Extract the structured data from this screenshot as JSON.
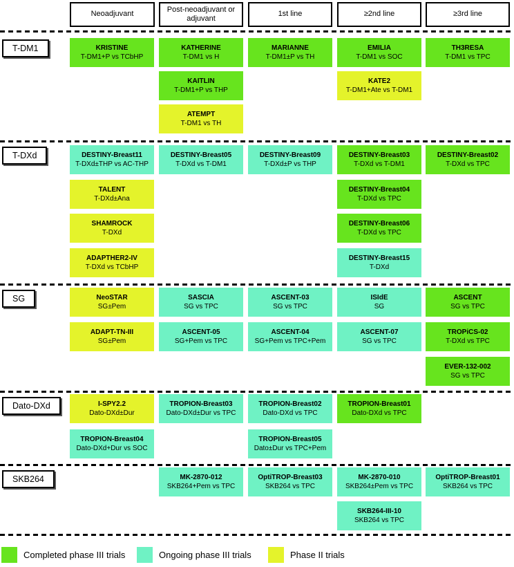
{
  "columns": [
    "Neoadjuvant",
    "Post-neoadjuvant or adjuvant",
    "1st line",
    "≥2nd line",
    "≥3rd line"
  ],
  "colors": {
    "completed": "#67e41e",
    "ongoing": "#6ff2c4",
    "phase2": "#e4f32b"
  },
  "legend": [
    {
      "label": "Completed phase III trials",
      "status": "completed"
    },
    {
      "label": "Ongoing phase III trials",
      "status": "ongoing"
    },
    {
      "label": "Phase II trials",
      "status": "phase2"
    }
  ],
  "sections": [
    {
      "label": "T-DM1",
      "trials": [
        {
          "name": "KRISTINE",
          "regimen": "T-DM1+P vs TCbHP",
          "col": 0,
          "row": 0,
          "status": "completed"
        },
        {
          "name": "KATHERINE",
          "regimen": "T-DM1 vs H",
          "col": 1,
          "row": 0,
          "status": "completed"
        },
        {
          "name": "MARIANNE",
          "regimen": "T-DM1±P vs TH",
          "col": 2,
          "row": 0,
          "status": "completed"
        },
        {
          "name": "EMILIA",
          "regimen": "T-DM1 vs SOC",
          "col": 3,
          "row": 0,
          "status": "completed"
        },
        {
          "name": "TH3RESA",
          "regimen": "T-DM1 vs TPC",
          "col": 4,
          "row": 0,
          "status": "completed"
        },
        {
          "name": "KAITLIN",
          "regimen": "T-DM1+P vs THP",
          "col": 1,
          "row": 1,
          "status": "completed"
        },
        {
          "name": "KATE2",
          "regimen": "T-DM1+Ate vs T-DM1",
          "col": 3,
          "row": 1,
          "status": "phase2"
        },
        {
          "name": "ATEMPT",
          "regimen": "T-DM1 vs TH",
          "col": 1,
          "row": 2,
          "status": "phase2"
        }
      ]
    },
    {
      "label": "T-DXd",
      "trials": [
        {
          "name": "DESTINY-Breast11",
          "regimen": "T-DXd±THP vs AC-THP",
          "col": 0,
          "row": 0,
          "status": "ongoing"
        },
        {
          "name": "DESTINY-Breast05",
          "regimen": "T-DXd vs T-DM1",
          "col": 1,
          "row": 0,
          "status": "ongoing"
        },
        {
          "name": "DESTINY-Breast09",
          "regimen": "T-DXd±P vs THP",
          "col": 2,
          "row": 0,
          "status": "ongoing"
        },
        {
          "name": "DESTINY-Breast03",
          "regimen": "T-DXd vs T-DM1",
          "col": 3,
          "row": 0,
          "status": "completed"
        },
        {
          "name": "DESTINY-Breast02",
          "regimen": "T-DXd vs TPC",
          "col": 4,
          "row": 0,
          "status": "completed"
        },
        {
          "name": "TALENT",
          "regimen": "T-DXd±Ana",
          "col": 0,
          "row": 1,
          "status": "phase2"
        },
        {
          "name": "DESTINY-Breast04",
          "regimen": "T-DXd vs TPC",
          "col": 3,
          "row": 1,
          "status": "completed"
        },
        {
          "name": "SHAMROCK",
          "regimen": "T-DXd",
          "col": 0,
          "row": 2,
          "status": "phase2"
        },
        {
          "name": "DESTINY-Breast06",
          "regimen": "T-DXd vs TPC",
          "col": 3,
          "row": 2,
          "status": "completed"
        },
        {
          "name": "ADAPTHER2-IV",
          "regimen": "T-DXd vs TCbHP",
          "col": 0,
          "row": 3,
          "status": "phase2"
        },
        {
          "name": "DESTINY-Breast15",
          "regimen": "T-DXd",
          "col": 3,
          "row": 3,
          "status": "ongoing"
        }
      ]
    },
    {
      "label": "SG",
      "trials": [
        {
          "name": "NeoSTAR",
          "regimen": "SG±Pem",
          "col": 0,
          "row": 0,
          "status": "phase2"
        },
        {
          "name": "SASCIA",
          "regimen": "SG vs TPC",
          "col": 1,
          "row": 0,
          "status": "ongoing"
        },
        {
          "name": "ASCENT-03",
          "regimen": "SG vs TPC",
          "col": 2,
          "row": 0,
          "status": "ongoing"
        },
        {
          "name": "ISIdE",
          "regimen": "SG",
          "col": 3,
          "row": 0,
          "status": "ongoing"
        },
        {
          "name": "ASCENT",
          "regimen": "SG vs TPC",
          "col": 4,
          "row": 0,
          "status": "completed"
        },
        {
          "name": "ADAPT-TN-III",
          "regimen": "SG±Pem",
          "col": 0,
          "row": 1,
          "status": "phase2"
        },
        {
          "name": "ASCENT-05",
          "regimen": "SG+Pem vs TPC",
          "col": 1,
          "row": 1,
          "status": "ongoing"
        },
        {
          "name": "ASCENT-04",
          "regimen": "SG+Pem vs TPC+Pem",
          "col": 2,
          "row": 1,
          "status": "ongoing"
        },
        {
          "name": "ASCENT-07",
          "regimen": "SG vs TPC",
          "col": 3,
          "row": 1,
          "status": "ongoing"
        },
        {
          "name": "TROPiCS-02",
          "regimen": "T-DXd vs TPC",
          "col": 4,
          "row": 1,
          "status": "completed"
        },
        {
          "name": "EVER-132-002",
          "regimen": "SG vs TPC",
          "col": 4,
          "row": 2,
          "status": "completed"
        }
      ]
    },
    {
      "label": "Dato-DXd",
      "trials": [
        {
          "name": "I-SPY2.2",
          "regimen": "Dato-DXd±Dur",
          "col": 0,
          "row": 0,
          "status": "phase2"
        },
        {
          "name": "TROPION-Breast03",
          "regimen": "Dato-DXd±Dur vs TPC",
          "col": 1,
          "row": 0,
          "status": "ongoing"
        },
        {
          "name": "TROPION-Breast02",
          "regimen": "Dato-DXd vs TPC",
          "col": 2,
          "row": 0,
          "status": "ongoing"
        },
        {
          "name": "TROPION-Breast01",
          "regimen": "Dato-DXd vs TPC",
          "col": 3,
          "row": 0,
          "status": "completed"
        },
        {
          "name": "TROPION-Breast04",
          "regimen": "Dato-DXd+Dur vs SOC",
          "col": 0,
          "row": 1,
          "status": "ongoing"
        },
        {
          "name": "TROPION-Breast05",
          "regimen": "Dato±Dur vs TPC+Pem",
          "col": 2,
          "row": 1,
          "status": "ongoing"
        }
      ]
    },
    {
      "label": "SKB264",
      "trials": [
        {
          "name": "MK-2870-012",
          "regimen": "SKB264+Pem vs TPC",
          "col": 1,
          "row": 0,
          "status": "ongoing"
        },
        {
          "name": "OptiTROP-Breast03",
          "regimen": "SKB264 vs TPC",
          "col": 2,
          "row": 0,
          "status": "ongoing"
        },
        {
          "name": "MK-2870-010",
          "regimen": "SKB264±Pem vs TPC",
          "col": 3,
          "row": 0,
          "status": "ongoing"
        },
        {
          "name": "OptiTROP-Breast01",
          "regimen": "SKB264 vs TPC",
          "col": 4,
          "row": 0,
          "status": "ongoing"
        },
        {
          "name": "SKB264-III-10",
          "regimen": "SKB264 vs TPC",
          "col": 3,
          "row": 1,
          "status": "ongoing"
        }
      ]
    }
  ]
}
